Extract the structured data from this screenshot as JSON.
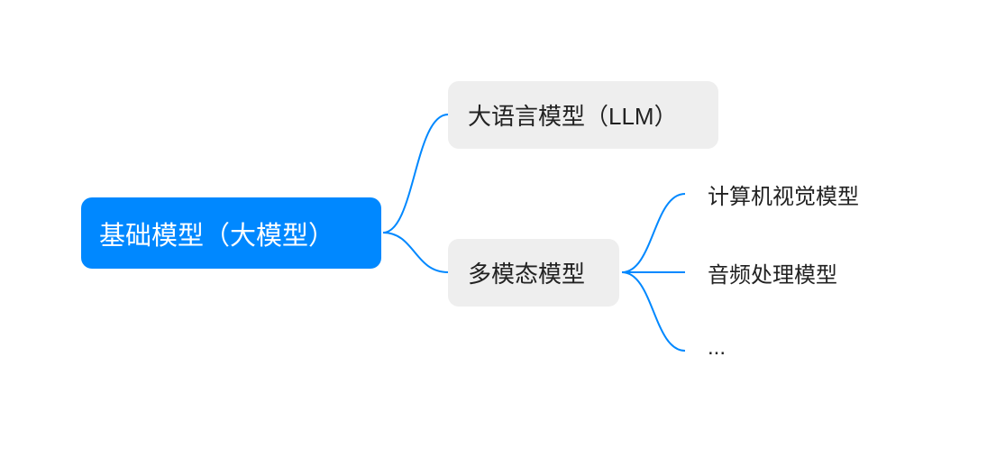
{
  "colors": {
    "root": "#0088ff",
    "branch": "#0088ff",
    "sub_bg": "#eeeeee"
  },
  "root": {
    "label": "基础模型（大模型）"
  },
  "children": [
    {
      "label": "大语言模型（LLM）"
    },
    {
      "label": "多模态模型",
      "children": [
        {
          "label": "计算机视觉模型"
        },
        {
          "label": "音频处理模型"
        },
        {
          "label": "..."
        }
      ]
    }
  ]
}
